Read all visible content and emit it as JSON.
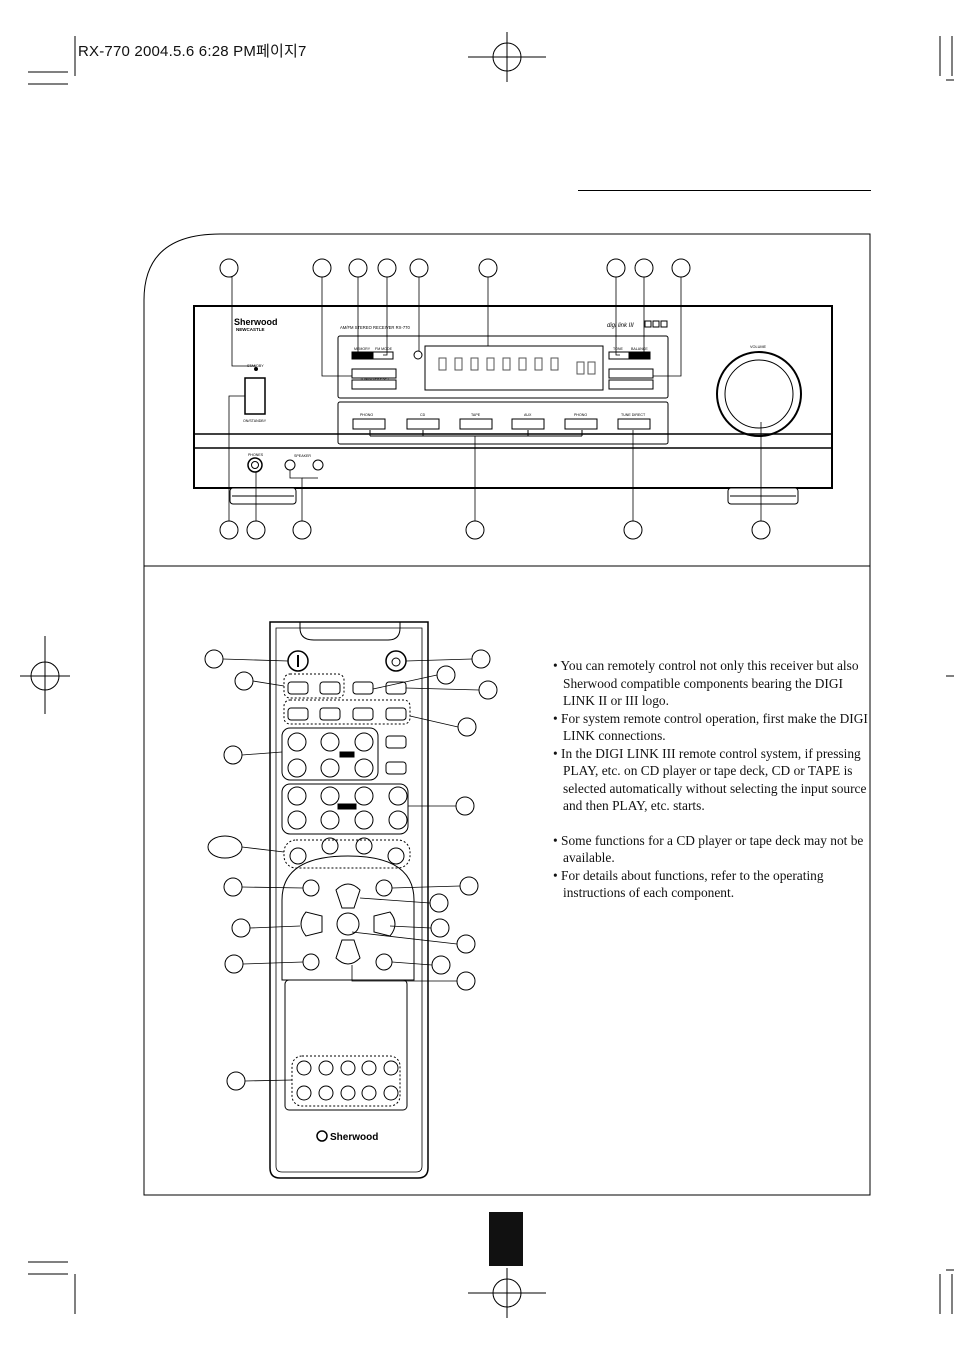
{
  "print_header": "RX-770 2004.5.6 6:28 PM페이지7",
  "receiver": {
    "brand": "Sherwood",
    "subbrand": "NEWCASTLE",
    "model_caption": "AM/FM STEREO RECEIVER RX-770",
    "digilink_logo": "digi link III",
    "standby_label": "STANDBY",
    "on_standby_label": "ON/STANDBY",
    "memory_label": "MEMORY",
    "fm_mode_label": "FM MODE",
    "tuning_preset_label": "TUNING/PRESET",
    "tone_label": "TONE",
    "balance_label": "BALANCE",
    "volume_label": "VOLUME",
    "phones_label": "PHONES",
    "speaker_label": "SPEAKER",
    "inputs": [
      "PHONO",
      "CD",
      "TAPE",
      "AUX",
      "PHONO"
    ],
    "tune_direct_label": "TUNE DIRECT"
  },
  "remote": {
    "brand": "Sherwood"
  },
  "notes": {
    "group1": [
      "• You can remotely control not only this receiver but also Sherwood compatible components bearing the DIGI LINK II or III logo.",
      "• For system remote control operation, first make the DIGI LINK connections.",
      "• In the DIGI LINK III remote control system, if pressing PLAY, etc. on CD player or tape deck, CD or TAPE is selected automatically without selecting the input source and then PLAY, etc. starts."
    ],
    "group2": [
      "• Some functions for a CD player or tape deck may not be available.",
      "• For details about functions, refer to the operating instructions of each component."
    ]
  }
}
